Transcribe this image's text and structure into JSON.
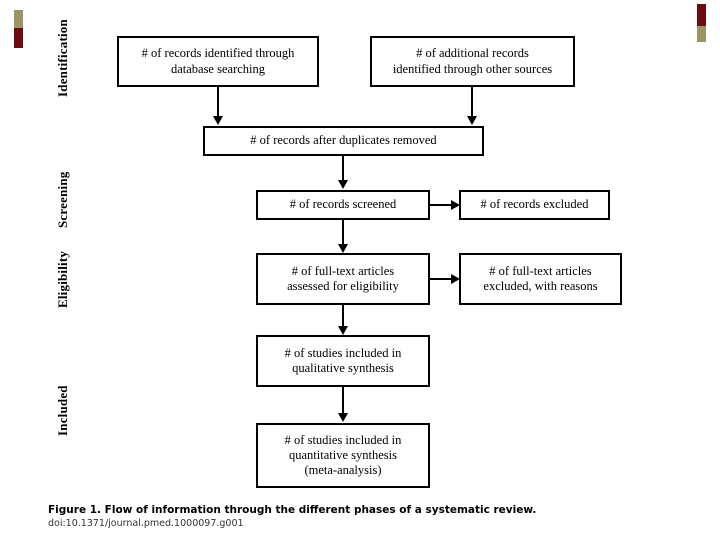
{
  "figure": {
    "caption": "Figure 1. Flow of information through the different phases of a systematic review.",
    "doi": "doi:10.1371/journal.pmed.1000097.g001"
  },
  "colors": {
    "box_border": "#000000",
    "box_fill": "#ffffff",
    "connector": "#000000",
    "text": "#000000",
    "marker_olive": "#9a9466",
    "marker_darkred": "#6b0d10",
    "background": "#ffffff"
  },
  "markers": [
    {
      "name": "left",
      "top_color": "#9a9466",
      "bottom_color": "#6b0d10"
    },
    {
      "name": "right",
      "top_color": "#6b0d10",
      "bottom_color": "#9a9466"
    }
  ],
  "phases": [
    {
      "id": "identification",
      "label": "Identification"
    },
    {
      "id": "screening",
      "label": "Screening"
    },
    {
      "id": "eligibility",
      "label": "Eligibility"
    },
    {
      "id": "included",
      "label": "Included"
    }
  ],
  "boxes": {
    "records_database": "# of records identified through\ndatabase searching",
    "records_other": "# of additional records\nidentified through other sources",
    "duplicates_removed": "# of records after duplicates removed",
    "records_screened": "# of records screened",
    "records_excluded": "# of records excluded",
    "fulltext_assessed": "# of full-text articles\nassessed for eligibility",
    "fulltext_excluded": "# of full-text articles\nexcluded, with reasons",
    "studies_qualitative": "# of studies included in\nqualitative synthesis",
    "studies_quantitative": "# of studies included in\nquantitative synthesis\n(meta-analysis)"
  },
  "chart_data": {
    "type": "diagram",
    "title": "PRISMA flow diagram",
    "nodes": [
      {
        "id": "records_database",
        "phase": "Identification",
        "text": "# of records identified through database searching"
      },
      {
        "id": "records_other",
        "phase": "Identification",
        "text": "# of additional records identified through other sources"
      },
      {
        "id": "duplicates_removed",
        "phase": "Identification",
        "text": "# of records after duplicates removed"
      },
      {
        "id": "records_screened",
        "phase": "Screening",
        "text": "# of records screened"
      },
      {
        "id": "records_excluded",
        "phase": "Screening",
        "text": "# of records excluded"
      },
      {
        "id": "fulltext_assessed",
        "phase": "Eligibility",
        "text": "# of full-text articles assessed for eligibility"
      },
      {
        "id": "fulltext_excluded",
        "phase": "Eligibility",
        "text": "# of full-text articles excluded, with reasons"
      },
      {
        "id": "studies_qualitative",
        "phase": "Included",
        "text": "# of studies included in qualitative synthesis"
      },
      {
        "id": "studies_quantitative",
        "phase": "Included",
        "text": "# of studies included in quantitative synthesis (meta-analysis)"
      }
    ],
    "edges": [
      {
        "from": "records_database",
        "to": "duplicates_removed",
        "direction": "down"
      },
      {
        "from": "records_other",
        "to": "duplicates_removed",
        "direction": "down"
      },
      {
        "from": "duplicates_removed",
        "to": "records_screened",
        "direction": "down"
      },
      {
        "from": "records_screened",
        "to": "records_excluded",
        "direction": "right"
      },
      {
        "from": "records_screened",
        "to": "fulltext_assessed",
        "direction": "down"
      },
      {
        "from": "fulltext_assessed",
        "to": "fulltext_excluded",
        "direction": "right"
      },
      {
        "from": "fulltext_assessed",
        "to": "studies_qualitative",
        "direction": "down"
      },
      {
        "from": "studies_qualitative",
        "to": "studies_quantitative",
        "direction": "down"
      }
    ]
  }
}
